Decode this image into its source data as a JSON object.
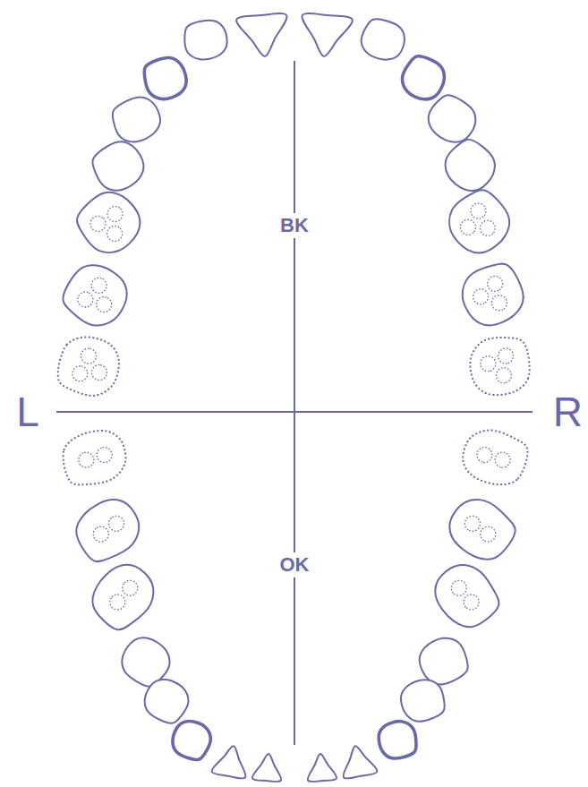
{
  "diagram": {
    "labels": [
      "BK",
      "L",
      "R",
      "OK"
    ]
  }
}
